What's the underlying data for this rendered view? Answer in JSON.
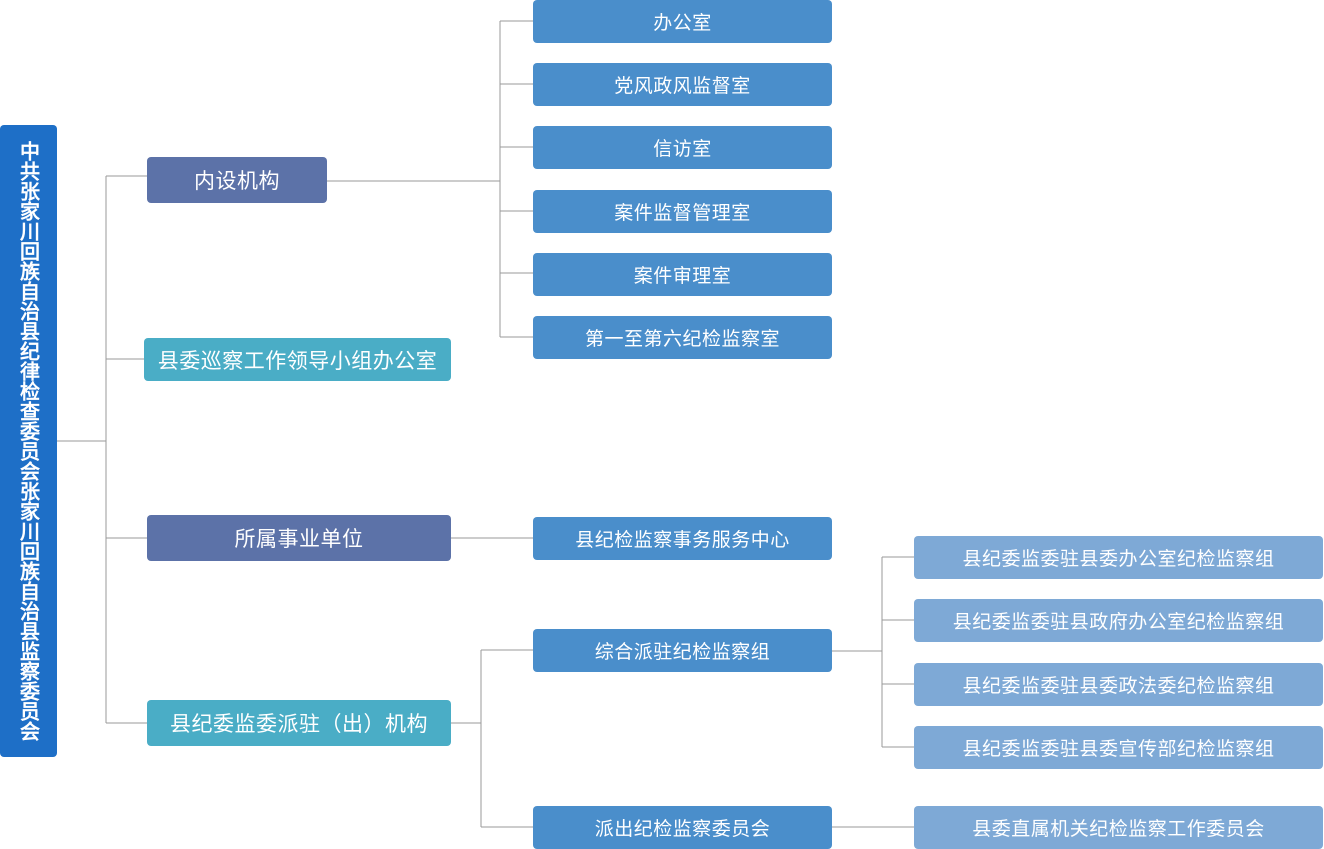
{
  "root": {
    "label": "中共张家川回族自治县纪律检查委员会张家川回族自治县监察委员会"
  },
  "level1": [
    {
      "label": "内设机构"
    },
    {
      "label": "县委巡察工作领导小组办公室"
    },
    {
      "label": "所属事业单位"
    },
    {
      "label": "县纪委监委派驻（出）机构"
    }
  ],
  "neishe": [
    {
      "label": "办公室"
    },
    {
      "label": "党风政风监督室"
    },
    {
      "label": "信访室"
    },
    {
      "label": "案件监督管理室"
    },
    {
      "label": "案件审理室"
    },
    {
      "label": "第一至第六纪检监察室"
    }
  ],
  "shiye": [
    {
      "label": "县纪检监察事务服务中心"
    }
  ],
  "paizhu": [
    {
      "label": "综合派驻纪检监察组"
    },
    {
      "label": "派出纪检监察委员会"
    }
  ],
  "zonghe": [
    {
      "label": "县纪委监委驻县委办公室纪检监察组"
    },
    {
      "label": "县纪委监委驻县政府办公室纪检监察组"
    },
    {
      "label": "县纪委监委驻县委政法委纪检监察组"
    },
    {
      "label": "县纪委监委驻县委宣传部纪检监察组"
    }
  ],
  "paichu": [
    {
      "label": "县委直属机关纪检监察工作委员会"
    }
  ],
  "colors": {
    "root": "#1e6fc7",
    "dark": "#5c72a8",
    "teal": "#4aadc6",
    "blue": "#4a8ecb",
    "light": "#7ea9d6",
    "line": "#9a9a9a"
  }
}
